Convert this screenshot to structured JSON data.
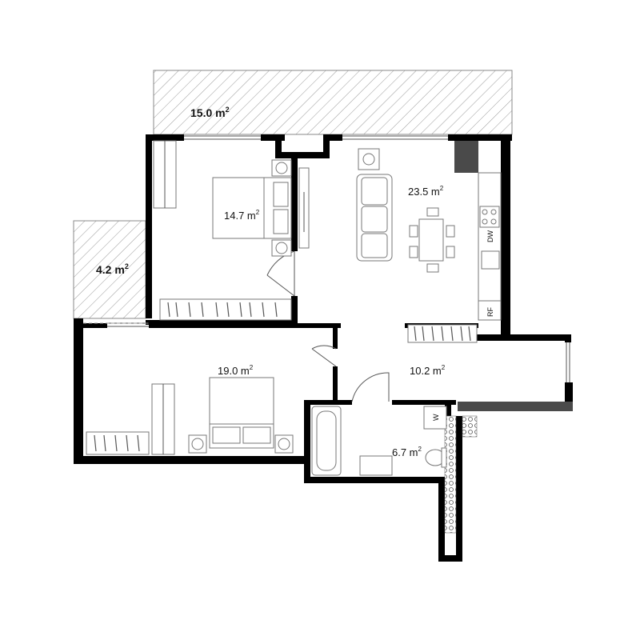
{
  "rooms": {
    "terrace_top": {
      "area": "15.0 m",
      "unit_sup": "2"
    },
    "balcony_left": {
      "area": "4.2 m",
      "unit_sup": "2"
    },
    "bedroom_1": {
      "area": "14.7 m",
      "unit_sup": "2"
    },
    "living_kitchen": {
      "area": "23.5 m",
      "unit_sup": "2"
    },
    "bedroom_2": {
      "area": "19.0 m",
      "unit_sup": "2"
    },
    "hall": {
      "area": "10.2 m",
      "unit_sup": "2"
    },
    "bathroom": {
      "area": "6.7 m",
      "unit_sup": "2"
    }
  },
  "appliances": {
    "dishwasher": "DW",
    "fridge": "RF",
    "washer": "W"
  },
  "colors": {
    "wall": "#000000",
    "hatch": "#9a9a9a",
    "furniture_stroke": "#777777",
    "background": "#ffffff"
  }
}
